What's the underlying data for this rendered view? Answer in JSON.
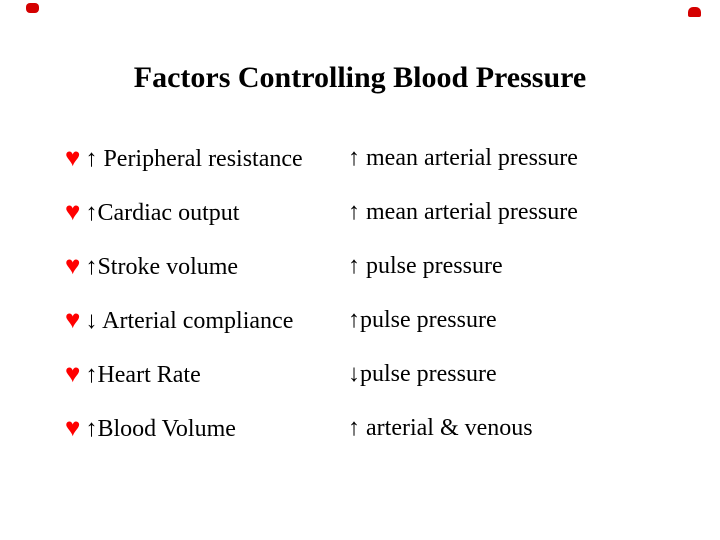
{
  "slide": {
    "title": "Factors Controlling Blood Pressure",
    "bullet_icon": "♥",
    "heart_color": "#ff0000",
    "corner_mark_color": "#d40000",
    "rows": [
      {
        "factor_arrow": "↑",
        "factor": " Peripheral resistance",
        "effect_arrow": "↑",
        "effect": " mean arterial pressure"
      },
      {
        "factor_arrow": "↑",
        "factor": "Cardiac output",
        "effect_arrow": "↑",
        "effect": " mean arterial pressure"
      },
      {
        "factor_arrow": "↑",
        "factor": "Stroke volume",
        "effect_arrow": "↑",
        "effect": " pulse pressure"
      },
      {
        "factor_arrow": "↓",
        "factor": " Arterial compliance",
        "effect_arrow": "↑",
        "effect": "pulse pressure"
      },
      {
        "factor_arrow": "↑",
        "factor": "Heart Rate",
        "effect_arrow": "↓",
        "effect": "pulse pressure"
      },
      {
        "factor_arrow": "↑",
        "factor": "Blood Volume",
        "effect_arrow": "↑",
        "effect": " arterial & venous"
      }
    ]
  }
}
